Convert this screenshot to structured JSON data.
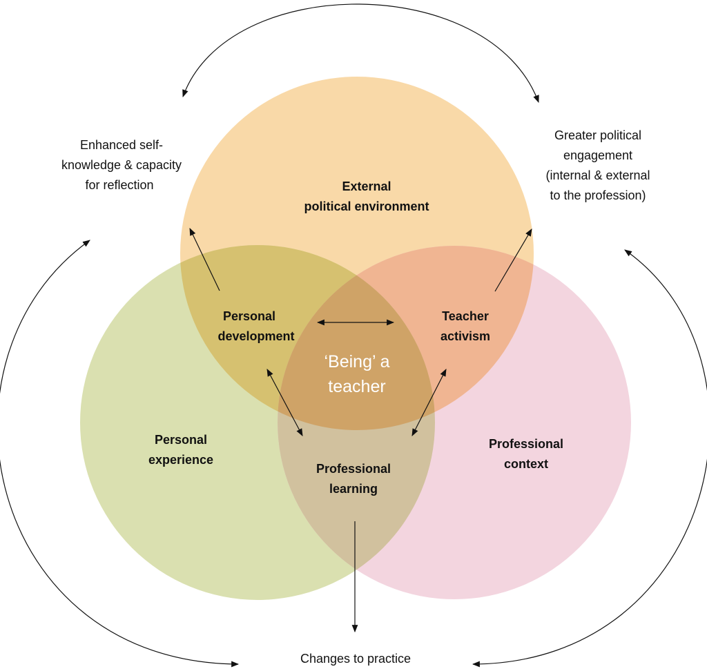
{
  "circles": {
    "top": {
      "label": [
        "External",
        "political environment"
      ],
      "color": "#F9D9A8"
    },
    "left": {
      "label": [
        "Personal",
        "experience"
      ],
      "color": "#DAE0B0"
    },
    "right": {
      "label": [
        "Professional",
        "context"
      ],
      "color": "#F3D5DF"
    }
  },
  "overlaps": {
    "top_left": {
      "label": [
        "Personal",
        "development"
      ],
      "color": "#D6C170"
    },
    "top_right": {
      "label": [
        "Teacher",
        "activism"
      ],
      "color": "#F0B592"
    },
    "left_right": {
      "label": [
        "Professional",
        "learning"
      ],
      "color": "#D1C19E"
    },
    "center": {
      "label": [
        "‘Being’ a",
        "teacher"
      ],
      "color": "#CFA367"
    }
  },
  "outcomes": {
    "left": [
      "Enhanced self-",
      "knowledge & capacity",
      "for reflection"
    ],
    "right": [
      "Greater political",
      "engagement",
      "(internal & external",
      "to the profession)"
    ],
    "bottom": [
      "Changes to practice"
    ]
  }
}
